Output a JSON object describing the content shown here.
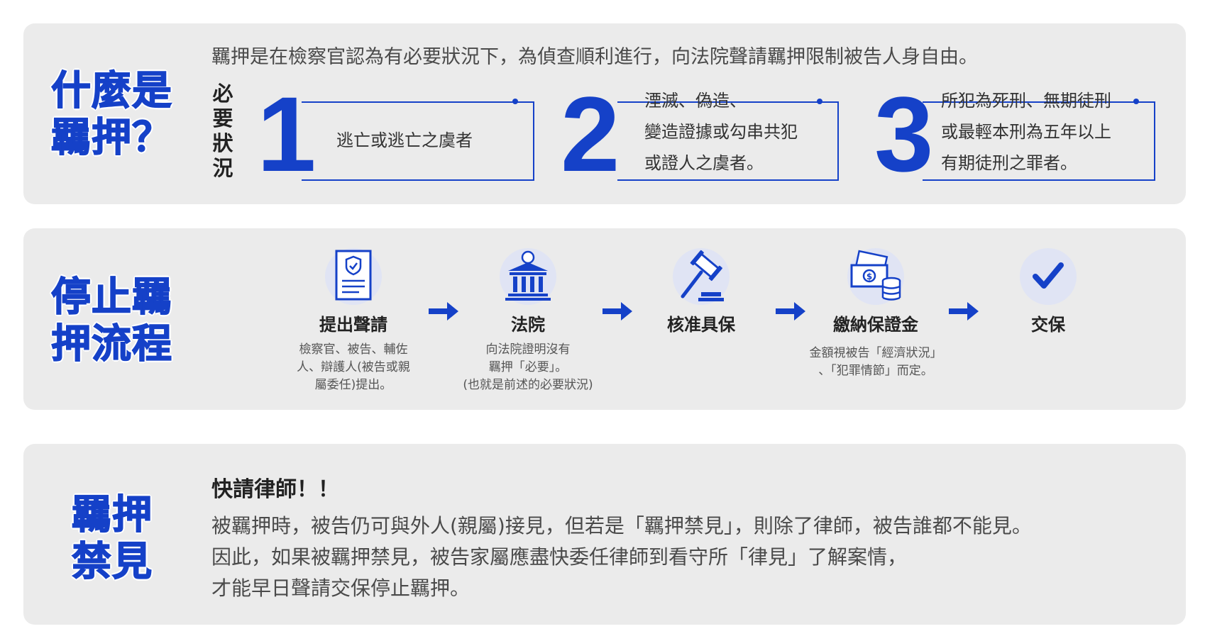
{
  "section1": {
    "heading_line1": "什麼是",
    "heading_line2": "羈押？",
    "intro": "羈押是在檢察官認為有必要狀況下，為偵查順利進行，向法院聲請羈押限制被告人身自由。",
    "vertical_label": [
      "必",
      "要",
      "狀",
      "況"
    ],
    "conditions": [
      {
        "number": "1",
        "lines": [
          "逃亡或逃亡之虞者"
        ]
      },
      {
        "number": "2",
        "lines": [
          "湮滅、偽造、",
          "變造證據或勾串共犯",
          "或證人之虞者。"
        ]
      },
      {
        "number": "3",
        "lines": [
          "所犯為死刑、無期徒刑",
          "或最輕本刑為五年以上",
          "有期徒刑之罪者。"
        ]
      }
    ]
  },
  "section2": {
    "heading_line1": "停止羈",
    "heading_line2": "押流程",
    "steps": [
      {
        "icon": "document-shield-icon",
        "title": "提出聲請",
        "desc": "檢察官、被告、輔佐\n人、辯護人(被告或親\n屬委任)提出。"
      },
      {
        "icon": "courthouse-icon",
        "title": "法院",
        "desc": "向法院證明沒有\n羈押「必要」。\n(也就是前述的必要狀況)"
      },
      {
        "icon": "gavel-icon",
        "title": "核准具保",
        "desc": ""
      },
      {
        "icon": "cash-coins-icon",
        "title": "繳納保證金",
        "desc": "金額視被告「經濟狀況」\n、「犯罪情節」而定。"
      },
      {
        "icon": "checkmark-icon",
        "title": "交保",
        "desc": ""
      }
    ]
  },
  "section3": {
    "heading_line1": "羈押",
    "heading_line2": "禁見",
    "subtitle": "快請律師！！",
    "lines": [
      "被羈押時，被告仍可與外人(親屬)接見，但若是「羈押禁見」，則除了律師，被告誰都不能見。",
      "因此，如果被羈押禁見，被告家屬應盡快委任律師到看守所「律見」了解案情，",
      "才能早日聲請交保停止羈押。"
    ]
  },
  "colors": {
    "accent": "#1541c8",
    "panel": "#ebebeb",
    "icon_bg": "#e0e4f4"
  }
}
